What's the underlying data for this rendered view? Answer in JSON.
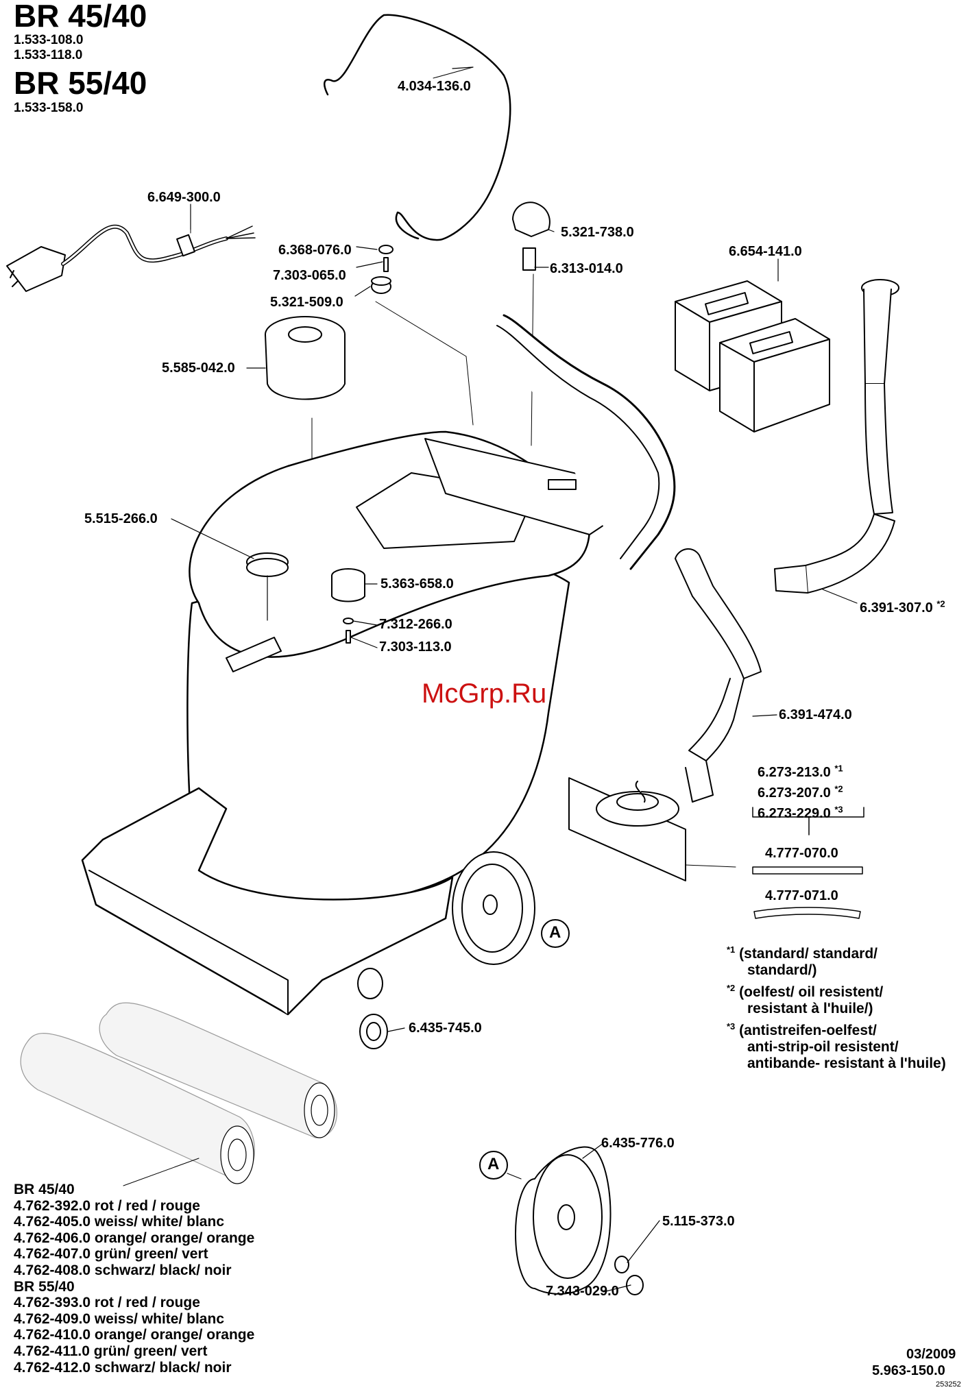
{
  "header": {
    "model_1": "BR 45/40",
    "codes_1": [
      "1.533-108.0",
      "1.533-118.0"
    ],
    "model_2": "BR 55/40",
    "codes_2": [
      "1.533-158.0"
    ]
  },
  "watermark": "McGrp.Ru",
  "parts": {
    "handle": "4.034-136.0",
    "cable": "6.649-300.0",
    "cap_small": "6.368-076.0",
    "screw_small": "7.303-065.0",
    "knob_a": "5.321-509.0",
    "filter": "5.585-042.0",
    "knob_b": "5.321-738.0",
    "sleeve": "6.313-014.0",
    "battery": "6.654-141.0",
    "cap_fill": "5.515-266.0",
    "float": "5.363-658.0",
    "washer": "7.312-266.0",
    "screw_float": "7.303-113.0",
    "drain_hose": "6.391-307.0",
    "drain_hose_sup": "*2",
    "suction_hose": "6.391-474.0",
    "lip_1": "6.273-213.0",
    "lip_1_sup": "*1",
    "lip_2": "6.273-207.0",
    "lip_2_sup": "*2",
    "lip_3": "6.273-229.0",
    "lip_3_sup": "*3",
    "strip_1": "4.777-070.0",
    "strip_2": "4.777-071.0",
    "castor": "6.435-745.0",
    "wheel": "6.435-776.0",
    "washer_wheel": "5.115-373.0",
    "ring_wheel": "7.343-029.0",
    "detail_ref": "A"
  },
  "notes": [
    {
      "mark": "*1",
      "lines": [
        "(standard/ standard/",
        "standard/)"
      ]
    },
    {
      "mark": "*2",
      "lines": [
        "(oelfest/ oil resistent/",
        "resistant à l'huile/)"
      ]
    },
    {
      "mark": "*3",
      "lines": [
        "(antistreifen-oelfest/",
        "anti-strip-oil resistent/",
        "antibande- resistant à l'huile)"
      ]
    }
  ],
  "brushes": {
    "lines": [
      "BR 45/40",
      "4.762-392.0 rot / red / rouge",
      "4.762-405.0 weiss/ white/ blanc",
      "4.762-406.0 orange/ orange/ orange",
      "4.762-407.0 grün/ green/ vert",
      "4.762-408.0 schwarz/ black/ noir",
      "BR 55/40",
      "4.762-393.0 rot / red / rouge",
      "4.762-409.0 weiss/ white/ blanc",
      "4.762-410.0 orange/ orange/ orange",
      "4.762-411.0 grün/ green/ vert",
      "4.762-412.0 schwarz/ black/ noir"
    ]
  },
  "footer": {
    "date": "03/2009",
    "doc_no": "5.963-150.0",
    "ref": "253252"
  }
}
